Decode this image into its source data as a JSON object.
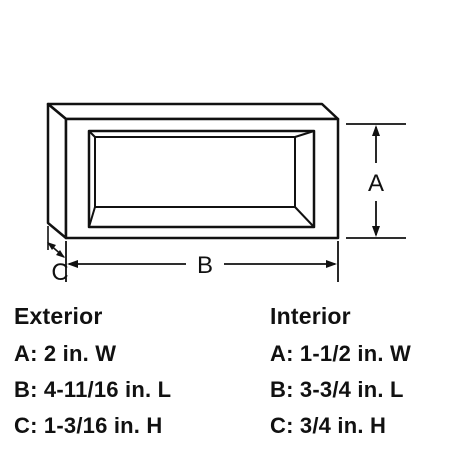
{
  "diagram": {
    "labels": {
      "a": "A",
      "b": "B",
      "c": "C"
    }
  },
  "specs": {
    "exterior": {
      "heading": "Exterior",
      "rows": [
        "A: 2 in. W",
        "B: 4-11/16 in. L",
        "C: 1-3/16 in. H"
      ]
    },
    "interior": {
      "heading": "Interior",
      "rows": [
        "A: 1-1/2 in. W",
        "B: 3-3/4 in. L",
        "C: 3/4 in. H"
      ]
    }
  }
}
